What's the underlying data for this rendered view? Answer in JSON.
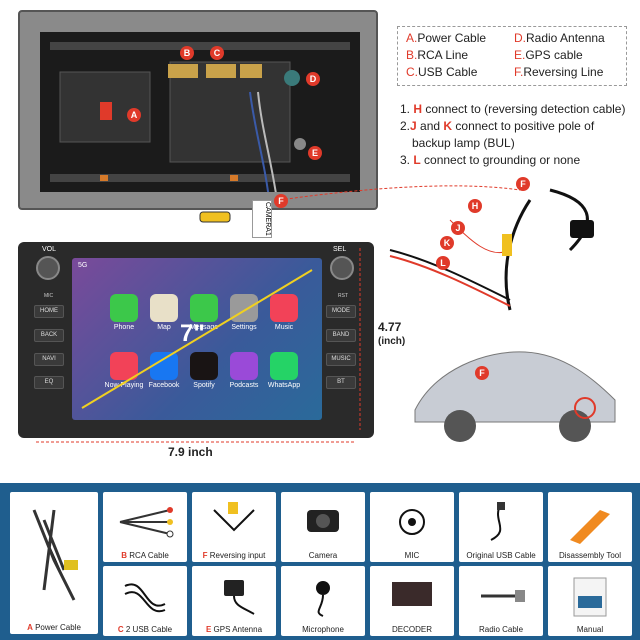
{
  "legend": {
    "items": [
      {
        "letter": "A.",
        "text": "Power Cable"
      },
      {
        "letter": "D.",
        "text": "Radio Antenna"
      },
      {
        "letter": "B.",
        "text": "RCA Line"
      },
      {
        "letter": "E.",
        "text": "GPS cable"
      },
      {
        "letter": "C.",
        "text": "USB Cable"
      },
      {
        "letter": "F.",
        "text": "Reversing Line"
      }
    ]
  },
  "chassis": {
    "labels": [
      "A",
      "B",
      "C",
      "D",
      "E",
      "F"
    ],
    "camera_tag": "CAMERA1"
  },
  "notes": [
    {
      "num": "1.",
      "letter": "H",
      "text": " connect to (reversing detection cable)"
    },
    {
      "num": "2.",
      "letter": "J",
      "mid": " and ",
      "letter2": "K",
      "text": " connect to positive pole of"
    },
    {
      "num": "",
      "letter": "",
      "text": "backup lamp (BUL)"
    },
    {
      "num": "3.",
      "letter": "L",
      "text": " connect to grounding or none"
    }
  ],
  "wire_labels": [
    "F",
    "H",
    "J",
    "K",
    "L"
  ],
  "unit": {
    "vol_label": "VOL",
    "sel_label": "SEL",
    "left_buttons": [
      "HOME",
      "BACK",
      "NAVI",
      "EQ"
    ],
    "right_buttons": [
      "MODE",
      "BAND",
      "MUSIC",
      "BT"
    ],
    "mic_label": "MIC",
    "rst_label": "RST",
    "status_signal": "5G",
    "screen_size": "7\"",
    "apps_row1": [
      {
        "label": "Phone",
        "color": "#3cc84a"
      },
      {
        "label": "Map",
        "color": "#e8e0c8"
      },
      {
        "label": "Message",
        "color": "#3cc84a"
      },
      {
        "label": "Settings",
        "color": "#9a9a9a"
      },
      {
        "label": "Music",
        "color": "#f24258"
      }
    ],
    "apps_row2": [
      {
        "label": "Now Playing",
        "color": "#f24258"
      },
      {
        "label": "Facebook",
        "color": "#1877f2"
      },
      {
        "label": "Spotify",
        "color": "#191414"
      },
      {
        "label": "Podcasts",
        "color": "#9a4ad8"
      },
      {
        "label": "WhatsApp",
        "color": "#25d366"
      }
    ]
  },
  "dimensions": {
    "height_value": "4.77",
    "height_unit": "(inch)",
    "width_value": "7.9 inch"
  },
  "car_label": "F",
  "accessories": [
    {
      "letter": "",
      "label": "",
      "icon": "harness-icon"
    },
    {
      "letter": "B",
      "label": "RCA Cable",
      "icon": "rca-cable-icon"
    },
    {
      "letter": "F",
      "label": "Reversing input",
      "icon": "reversing-input-icon"
    },
    {
      "letter": "",
      "label": "Camera",
      "icon": "camera-icon"
    },
    {
      "letter": "",
      "label": "MIC",
      "icon": "mic-icon"
    },
    {
      "letter": "",
      "label": "Original USB Cable",
      "icon": "usb-cable-icon"
    },
    {
      "letter": "",
      "label": "Disassembly Tool",
      "icon": "tool-icon"
    },
    {
      "letter": "A",
      "label": "Power Cable",
      "icon": "power-cable-icon"
    },
    {
      "letter": "C",
      "label": "2 USB Cable",
      "icon": "usb2-cable-icon"
    },
    {
      "letter": "E",
      "label": "GPS Antenna",
      "icon": "gps-antenna-icon"
    },
    {
      "letter": "",
      "label": "Microphone",
      "icon": "microphone-icon"
    },
    {
      "letter": "",
      "label": "DECODER",
      "icon": "decoder-icon"
    },
    {
      "letter": "",
      "label": "Radio Cable",
      "icon": "radio-cable-icon"
    },
    {
      "letter": "",
      "label": "Manual",
      "icon": "manual-icon"
    }
  ],
  "colors": {
    "accent": "#e03a2a",
    "panel": "#1f5e8e"
  }
}
